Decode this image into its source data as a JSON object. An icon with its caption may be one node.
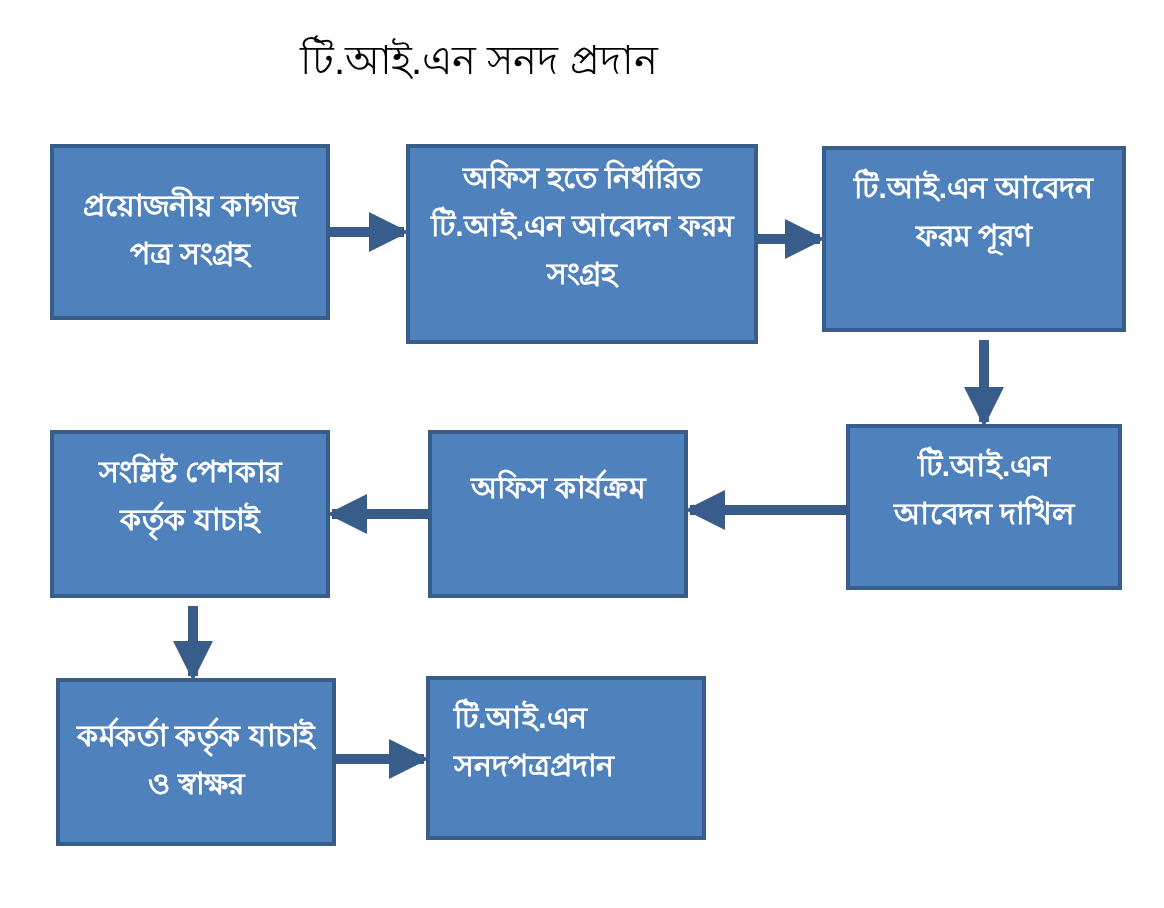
{
  "diagram": {
    "title": "টি.আই.এন সনদ প্রদান",
    "nodes": [
      {
        "text": [
          "প্রয়োজনীয় কাগজ পত্র সংগ্রহ"
        ]
      },
      {
        "text": [
          "অফিস হতে নির্ধারিত টি.আই.এন আবেদন ফরম সংগ্রহ"
        ]
      },
      {
        "text": [
          "টি.আই.এন আবেদন ফরম পূরণ"
        ]
      },
      {
        "text": [
          "টি.আই.এন আবেদন দাখিল"
        ]
      },
      {
        "text": [
          "অফিস কার্যক্রম"
        ]
      },
      {
        "text": [
          "সংশ্লিষ্ট পেশকার কর্তৃক যাচাই"
        ]
      },
      {
        "text": [
          "কর্মকর্তা কর্তৃক যাচাই ও স্বাক্ষর"
        ]
      },
      {
        "text": [
          "টি.আই.এন সনদপত্রপ্রদান"
        ]
      }
    ],
    "edges": [
      {
        "from": 0,
        "to": 1,
        "arrow": "to"
      },
      {
        "from": 1,
        "to": 2,
        "arrow": "to"
      },
      {
        "from": 2,
        "to": 3,
        "arrow": "to"
      },
      {
        "from": 3,
        "to": 4,
        "arrow": "to"
      },
      {
        "from": 4,
        "to": 5,
        "arrow": "to"
      },
      {
        "from": 5,
        "to": 6,
        "arrow": "to"
      },
      {
        "from": 6,
        "to": 7,
        "arrow": "to"
      }
    ]
  }
}
